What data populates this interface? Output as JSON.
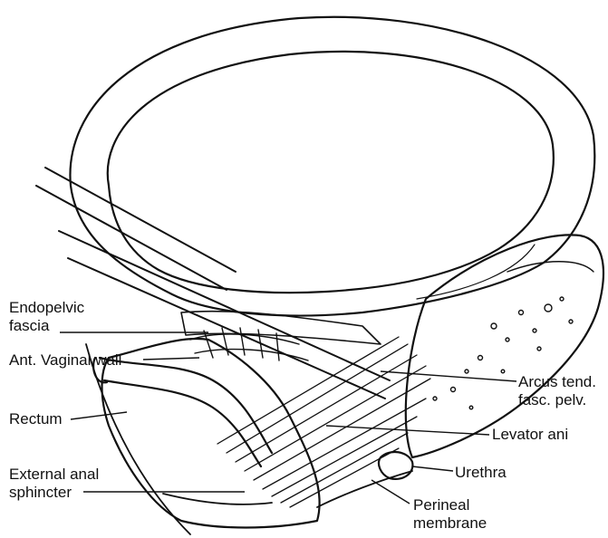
{
  "labels": {
    "endopelvic_line1": "Endopelvic",
    "endopelvic_line2": "fascia",
    "ant_vaginal_wall": "Ant. Vaginal wall",
    "rectum": "Rectum",
    "external_anal_line1": "External anal",
    "external_anal_line2": "sphincter",
    "arcus_line1": "Arcus tend.",
    "arcus_line2": "fasc. pelv.",
    "levator_ani": "Levator ani",
    "urethra": "Urethra",
    "perineal_line1": "Perineal",
    "perineal_line2": "membrane"
  }
}
